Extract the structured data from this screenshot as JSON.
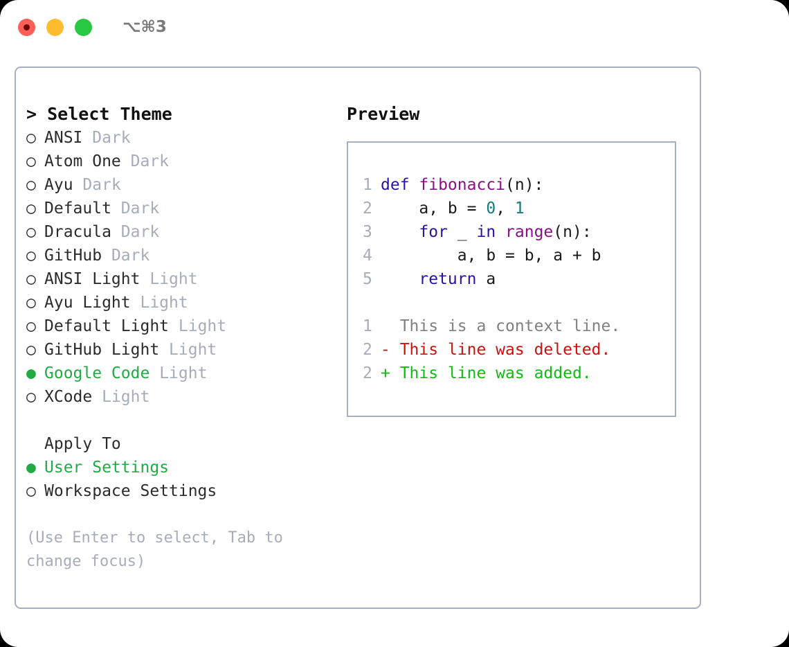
{
  "titlebar": {
    "buttons": [
      {
        "name": "close",
        "color": "#ff5f57",
        "recording": true
      },
      {
        "name": "minimize",
        "color": "#febc2e",
        "recording": false
      },
      {
        "name": "zoom",
        "color": "#28c840",
        "recording": false
      }
    ],
    "shortcut": "⌥⌘3"
  },
  "left": {
    "caret": ">",
    "title": "Select Theme",
    "themes": [
      {
        "bullet": "○",
        "selected": false,
        "name": "ANSI",
        "variant": "Dark"
      },
      {
        "bullet": "○",
        "selected": false,
        "name": "Atom One",
        "variant": "Dark"
      },
      {
        "bullet": "○",
        "selected": false,
        "name": "Ayu",
        "variant": "Dark"
      },
      {
        "bullet": "○",
        "selected": false,
        "name": "Default",
        "variant": "Dark"
      },
      {
        "bullet": "○",
        "selected": false,
        "name": "Dracula",
        "variant": "Dark"
      },
      {
        "bullet": "○",
        "selected": false,
        "name": "GitHub",
        "variant": "Dark"
      },
      {
        "bullet": "○",
        "selected": false,
        "name": "ANSI Light",
        "variant": "Light"
      },
      {
        "bullet": "○",
        "selected": false,
        "name": "Ayu Light",
        "variant": "Light"
      },
      {
        "bullet": "○",
        "selected": false,
        "name": "Default Light",
        "variant": "Light"
      },
      {
        "bullet": "○",
        "selected": false,
        "name": "GitHub Light",
        "variant": "Light"
      },
      {
        "bullet": "●",
        "selected": true,
        "name": "Google Code",
        "variant": "Light"
      },
      {
        "bullet": "○",
        "selected": false,
        "name": "XCode",
        "variant": "Light"
      }
    ],
    "apply_to_title": "Apply To",
    "apply_to": [
      {
        "bullet": "●",
        "selected": true,
        "name": "User Settings"
      },
      {
        "bullet": "○",
        "selected": false,
        "name": "Workspace Settings"
      }
    ],
    "hint": "(Use Enter to select, Tab to change focus)"
  },
  "right": {
    "title": "Preview",
    "code_lines": [
      {
        "number": "1",
        "tokens": [
          {
            "text": "def ",
            "kind": "kw"
          },
          {
            "text": "fibonacci",
            "kind": "fn"
          },
          {
            "text": "(n):",
            "kind": "plain"
          }
        ]
      },
      {
        "number": "2",
        "tokens": [
          {
            "text": "    a, b = ",
            "kind": "plain"
          },
          {
            "text": "0",
            "kind": "num"
          },
          {
            "text": ", ",
            "kind": "plain"
          },
          {
            "text": "1",
            "kind": "num"
          }
        ]
      },
      {
        "number": "3",
        "tokens": [
          {
            "text": "    ",
            "kind": "plain"
          },
          {
            "text": "for",
            "kind": "kw"
          },
          {
            "text": " _ ",
            "kind": "plain"
          },
          {
            "text": "in",
            "kind": "kw"
          },
          {
            "text": " ",
            "kind": "plain"
          },
          {
            "text": "range",
            "kind": "fn"
          },
          {
            "text": "(n):",
            "kind": "plain"
          }
        ]
      },
      {
        "number": "4",
        "tokens": [
          {
            "text": "        a, b = b, a + b",
            "kind": "plain"
          }
        ]
      },
      {
        "number": "5",
        "tokens": [
          {
            "text": "    ",
            "kind": "plain"
          },
          {
            "text": "return",
            "kind": "kw"
          },
          {
            "text": " a",
            "kind": "plain"
          }
        ]
      }
    ],
    "diff_lines": [
      {
        "number": "1",
        "marker": "  ",
        "text": "This is a context line.",
        "kind": "ctx"
      },
      {
        "number": "2",
        "marker": "- ",
        "text": "This line was deleted.",
        "kind": "del"
      },
      {
        "number": "2",
        "marker": "+ ",
        "text": "This line was added.",
        "kind": "add"
      }
    ]
  },
  "colors": {
    "accent_green": "#22aa44",
    "muted": "#a6adba",
    "border": "#a7afbe",
    "keyword": "#2b11a8",
    "function": "#8a0f8a",
    "number": "#157a7a",
    "deleted": "#cc1111",
    "added": "#11bb11",
    "context": "#808080"
  }
}
